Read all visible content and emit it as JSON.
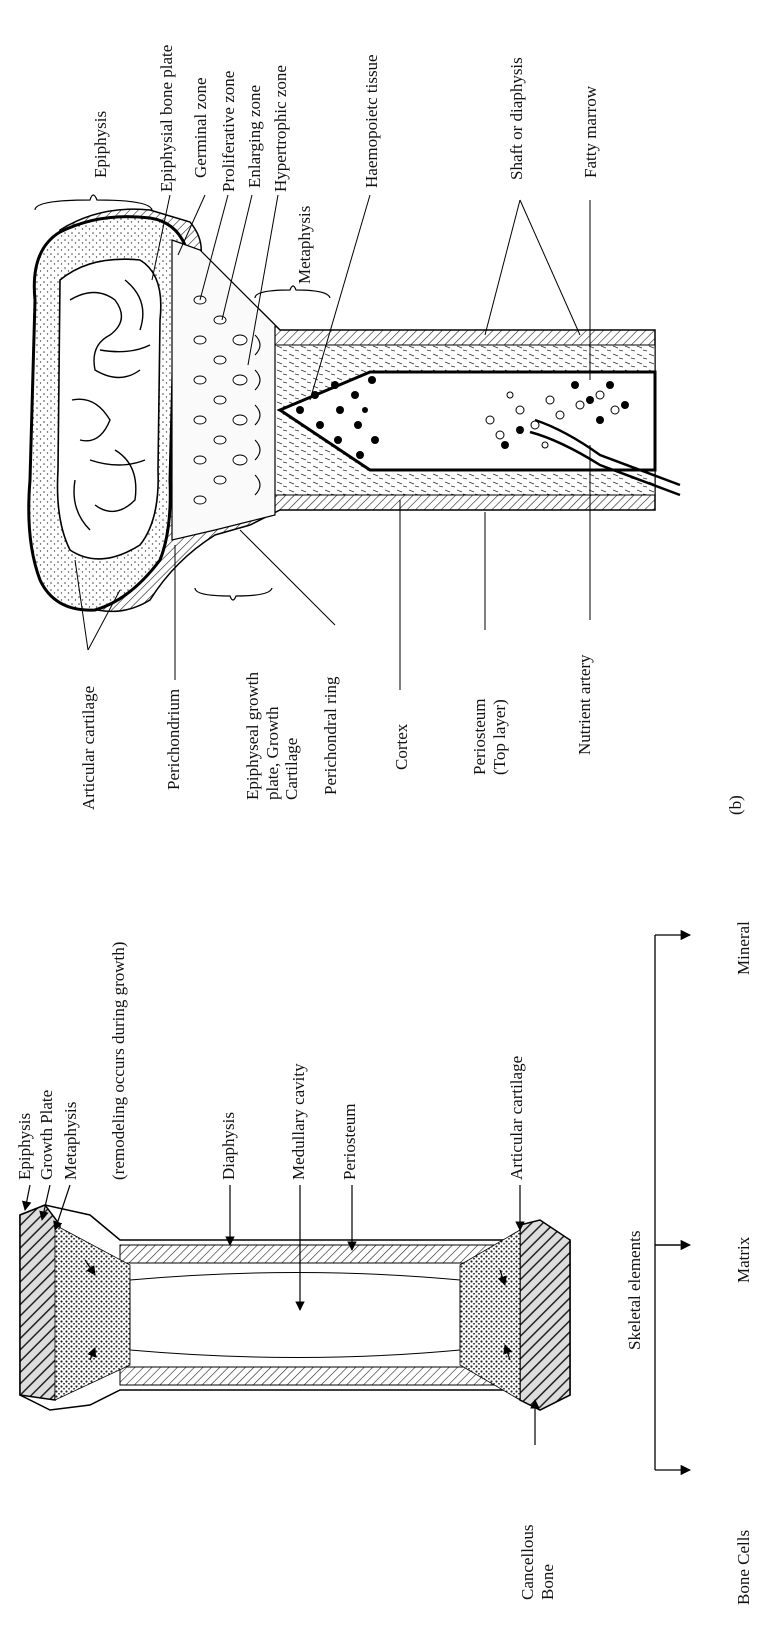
{
  "panel_b": {
    "epiphysis": "Epiphysis",
    "epiphysial_bone_plate": "Epiphysial bone plate",
    "germinal_zone": "Germinal zone",
    "proliferative_zone": "Proliferative zone",
    "enlarging_zone": "Enlarging zone",
    "hypertrophic_zone": "Hypertrophic zone",
    "haemopoietic_tissue": "Haemopoietc tissue",
    "shaft": "Shaft or diaphysis",
    "fatty_marrow": "Fatty marrow",
    "metaphysis": "Metaphysis",
    "articular_cartilage": "Articular cartilage",
    "perichondrium": "Perichondrium",
    "growth_plate": "Epiphyseal growth\nplate, Growth\nCartilage",
    "perichondral_ring": "Perichondral ring",
    "cortex": "Cortex",
    "periosteum": "Periosteum\n(Top layer)",
    "nutrient_artery": "Nutrient artery",
    "panel_label": "(b)"
  },
  "panel_a": {
    "epiphysis": "Epiphysis",
    "growth_plate": "Growth Plate",
    "metaphysis": "Metaphysis",
    "remodeling_note": "(remodeling  occurs during growth)",
    "diaphysis": "Diaphysis",
    "medullary_cavity": "Medullary cavity",
    "periosteum": "Periosteum",
    "articular_cartilage": "Articular cartilage",
    "cancellous_bone": "Cancellous\nBone"
  },
  "tree": {
    "root": "Skeletal elements",
    "children": [
      "Bone Cells",
      "Matrix",
      "Mineral"
    ]
  }
}
